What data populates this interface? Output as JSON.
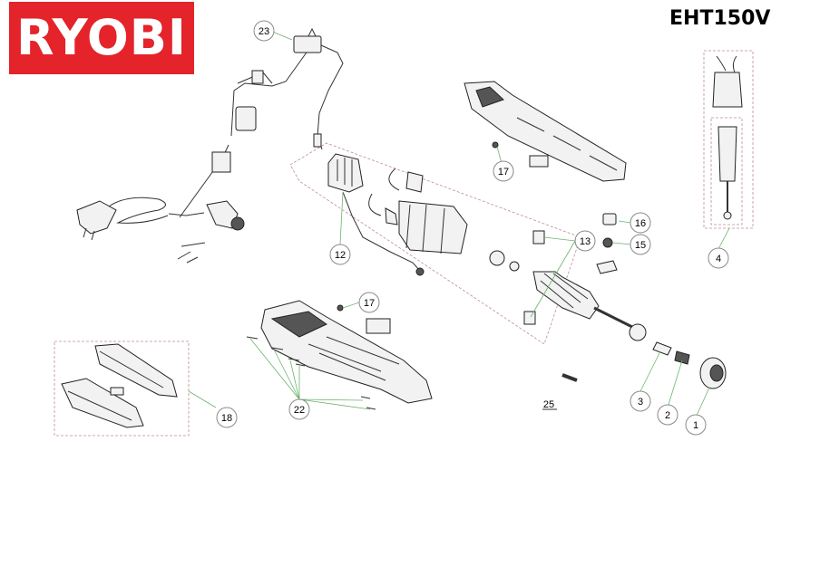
{
  "brand": {
    "logo_text": "RYOBI",
    "logo_color": "#e4232a"
  },
  "model": "EHT150V",
  "callouts": [
    {
      "id": "c23",
      "label": "23"
    },
    {
      "id": "c17a",
      "label": "17"
    },
    {
      "id": "c16",
      "label": "16"
    },
    {
      "id": "c15",
      "label": "15"
    },
    {
      "id": "c13",
      "label": "13"
    },
    {
      "id": "c12",
      "label": "12"
    },
    {
      "id": "c4",
      "label": "4"
    },
    {
      "id": "c17b",
      "label": "17"
    },
    {
      "id": "c18",
      "label": "18"
    },
    {
      "id": "c22",
      "label": "22"
    },
    {
      "id": "c25",
      "label": "25"
    },
    {
      "id": "c3",
      "label": "3"
    },
    {
      "id": "c2",
      "label": "2"
    },
    {
      "id": "c1",
      "label": "1"
    }
  ],
  "colors": {
    "leader": "#6db26d",
    "group_frame": "#c08a95",
    "circle_stroke": "#8a8a8a"
  }
}
